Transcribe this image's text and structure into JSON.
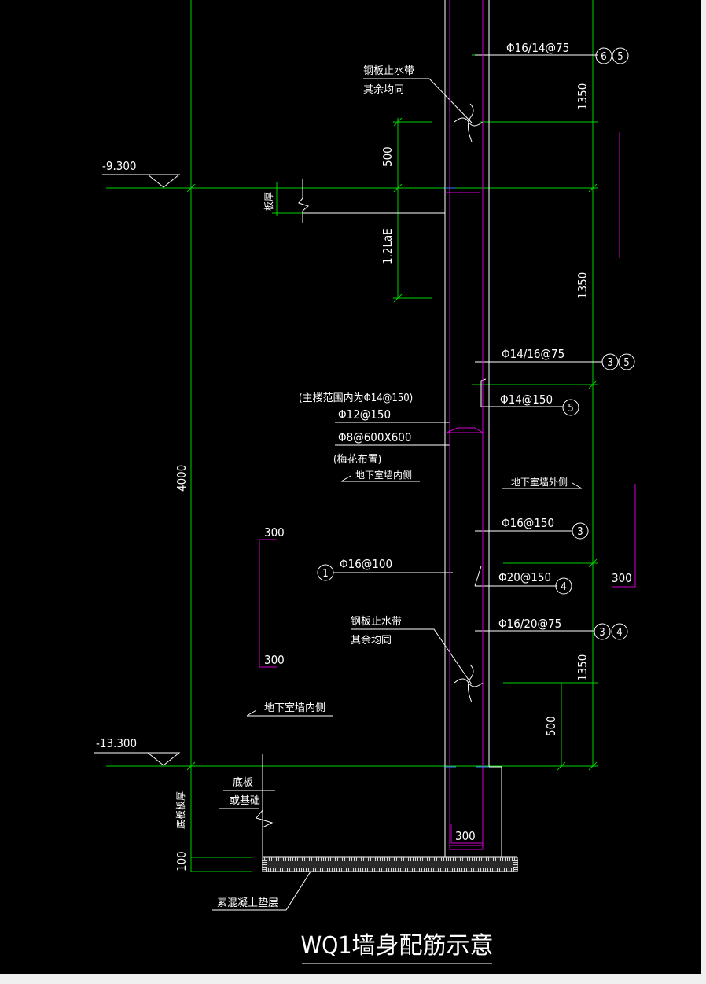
{
  "colors": {
    "background": "#000000",
    "dimension_line": "#00d000",
    "structure_line": "#ffffff",
    "rebar_line": "#d000d0",
    "text": "#ffffff",
    "hatch": "#d8d8d8"
  },
  "title": "WQ1墙身配筋示意",
  "elevations": {
    "top": "-9.300",
    "bottom": "-13.300"
  },
  "dimensions": {
    "wall_height": "4000",
    "upper_1350": "1350",
    "middle_1350": "1350",
    "lower_1350": "1350",
    "d500_upper": "500",
    "d500_lower": "500",
    "lap": "1.2LaE",
    "r300_a": "300",
    "r300_b": "300",
    "r300_right": "300",
    "wall_thickness": "300",
    "pad_thickness": "100"
  },
  "labels": {
    "waterstop_top_1": "钢板止水带",
    "waterstop_top_2": "其余均同",
    "waterstop_bottom_1": "钢板止水带",
    "waterstop_bottom_2": "其余均同",
    "slab_thickness": "板厚",
    "note_main": "(主楼范围内为Φ14@150)",
    "inner_side_1": "地下室墙内侧",
    "inner_side_2": "地下室墙内侧",
    "outer_side": "地下室墙外侧",
    "plum_layout": "(梅花布置)",
    "base_slab_1": "底板",
    "base_slab_2": "或基础",
    "base_thickness": "底板板厚",
    "cushion": "素混凝土垫层"
  },
  "rebars": {
    "r1": "Φ16/14@75",
    "r2": "Φ14/16@75",
    "r3": "Φ14@150",
    "r4": "Φ12@150",
    "r5": "Φ8@600X600",
    "r6": "Φ16@150",
    "r7": "Φ16@100",
    "r8": "Φ20@150",
    "r9": "Φ16/20@75"
  },
  "markers": {
    "m6a": "6",
    "m5a": "5",
    "m3b": "3",
    "m5b": "5",
    "m5c": "5",
    "m3c": "3",
    "m1": "1",
    "m4a": "4",
    "m3d": "3",
    "m4d": "4"
  }
}
